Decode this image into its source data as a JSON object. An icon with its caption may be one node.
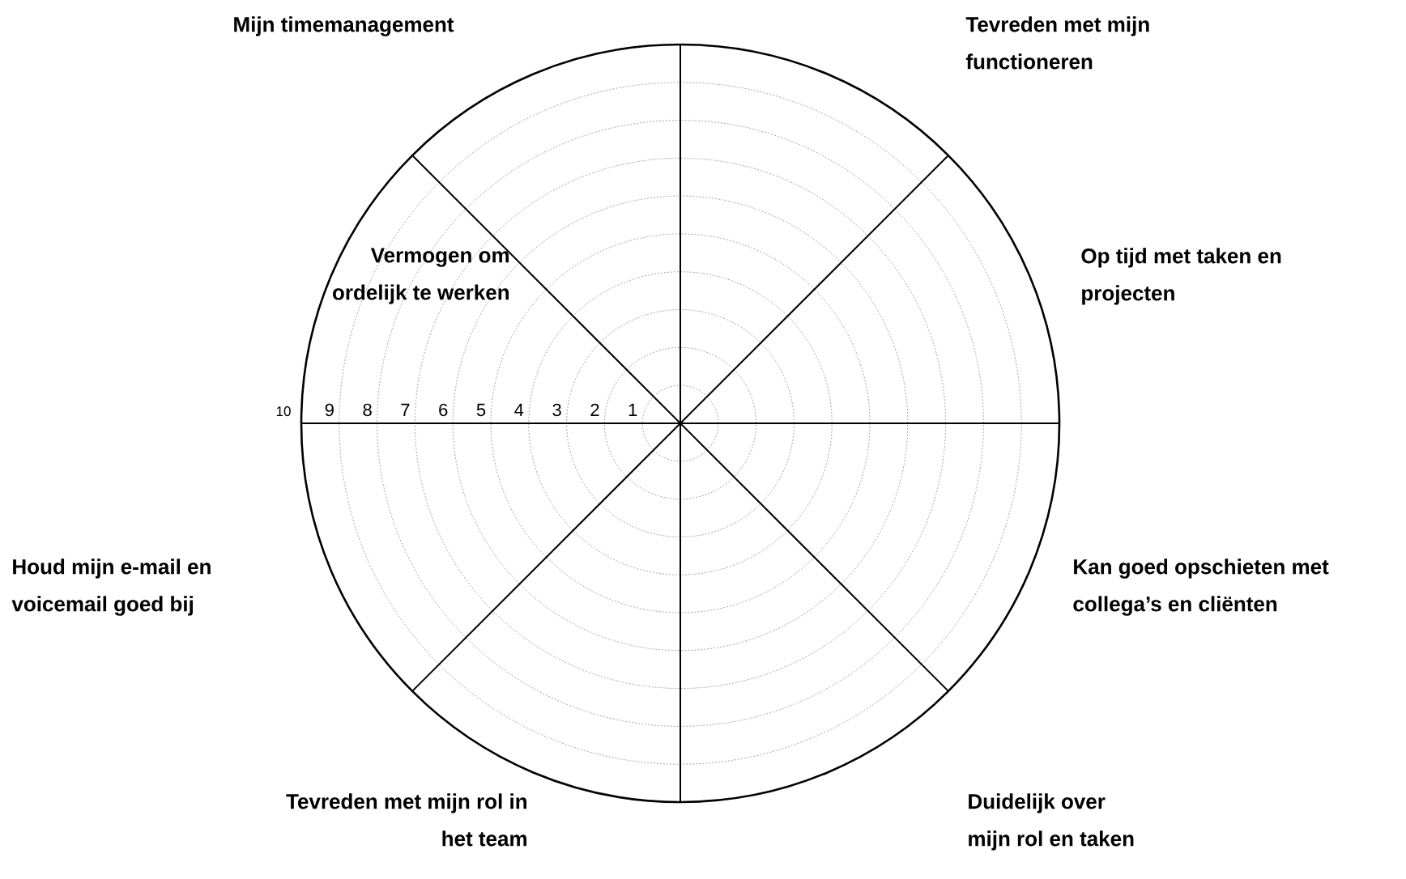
{
  "diagram": {
    "labels": [
      "Mijn timemanagement",
      "Tevreden met mijn functioneren",
      "Vermogen om ordelijk te werken",
      "Op tijd met taken en projecten",
      "10",
      "9",
      "8",
      "7",
      "6",
      "5",
      "4",
      "3",
      "2",
      "1",
      "Houd mijn e-mail en voicemail goed bij",
      "Kan goed opschieten met collega’s en cliënten",
      "Tevreden met mijn rol in het team",
      "Duidelijk over mijn rol en taken"
    ]
  }
}
